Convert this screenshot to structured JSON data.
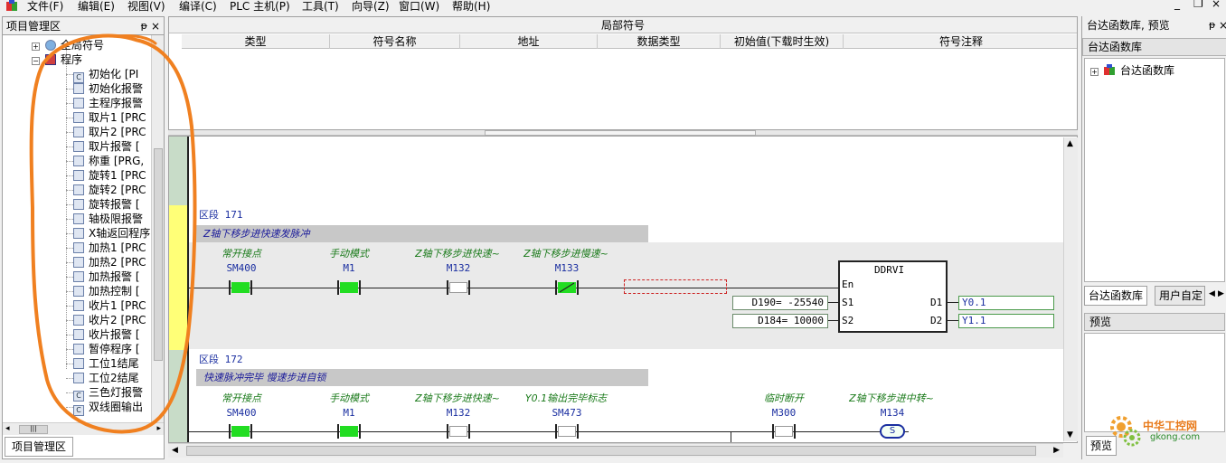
{
  "menubar": {
    "items": [
      "文件(F)",
      "编辑(E)",
      "视图(V)",
      "编译(C)",
      "PLC 主机(P)",
      "工具(T)",
      "向导(Z)",
      "窗口(W)",
      "帮助(H)"
    ],
    "window_controls": [
      "_",
      "❐",
      "×"
    ]
  },
  "project_panel": {
    "title": "项目管理区",
    "pin": "ᵽ",
    "close": "×",
    "bottom_tab": "项目管理区",
    "tree": {
      "global_symbols": "全局符号",
      "programs": "程序",
      "items": [
        "初始化 [PI",
        "初始化报警",
        "主程序报警",
        "取片1 [PRC",
        "取片2 [PRC",
        "取片报警 [",
        "称重 [PRG,",
        "旋转1 [PRC",
        "旋转2 [PRC",
        "旋转报警 [",
        "轴极限报警",
        "X轴返回程序",
        "加热1 [PRC",
        "加热2 [PRC",
        "加热报警 [",
        "加热控制 [",
        "收片1 [PRC",
        "收片2 [PRC",
        "收片报警 [",
        "暂停程序 [",
        "工位1结尾",
        "工位2结尾",
        "三色灯报警",
        "双线圈输出"
      ]
    }
  },
  "symbol_table": {
    "title": "局部符号",
    "columns": [
      "类型",
      "符号名称",
      "地址",
      "数据类型",
      "初始值(下载时生效)",
      "符号注释"
    ]
  },
  "ladder": {
    "sections": [
      {
        "label": "区段 171",
        "comment": "Z轴下移步进快速发脉冲",
        "contacts": [
          {
            "comment": "常开接点",
            "address": "SM400",
            "state": "on"
          },
          {
            "comment": "手动模式",
            "address": "M1",
            "state": "on"
          },
          {
            "comment": "Z轴下移步进快速~",
            "address": "M132",
            "state": "off"
          },
          {
            "comment": "Z轴下移步进慢速~",
            "address": "M133",
            "state": "nc"
          }
        ],
        "function_block": {
          "name": "DDRVI",
          "pins": {
            "en": "En",
            "s1": "S1",
            "s2": "S2",
            "d1": "D1",
            "d2": "D2"
          },
          "inputs": {
            "s1": "D190= -25540",
            "s2": "D184= 10000"
          },
          "outputs": {
            "d1": "Y0.1",
            "d2": "Y1.1"
          }
        }
      },
      {
        "label": "区段 172",
        "comment": "快速脉冲完毕 慢速步进自锁",
        "contacts": [
          {
            "comment": "常开接点",
            "address": "SM400",
            "state": "on"
          },
          {
            "comment": "手动模式",
            "address": "M1",
            "state": "on"
          },
          {
            "comment": "Z轴下移步进快速~",
            "address": "M132",
            "state": "off"
          },
          {
            "comment": "Y0.1输出完毕标志",
            "address": "SM473",
            "state": "off"
          },
          {
            "comment": "临时断开",
            "address": "M300",
            "state": "off"
          }
        ],
        "coil": {
          "comment": "Z轴下移步进中转~",
          "address": "M134",
          "symbol": "S"
        }
      }
    ]
  },
  "right_panel": {
    "title": "台达函数库, 预览",
    "pin": "ᵽ",
    "close": "×",
    "library_header": "台达函数库",
    "library_root": "台达函数库",
    "tabs": [
      "台达函数库",
      "用户自定"
    ],
    "preview_title": "预览",
    "preview_tab": "预览"
  },
  "watermark": {
    "text": "中华工控网",
    "url": "gkong.com"
  },
  "colors": {
    "accent_green": "#22dd22",
    "annotation_orange": "#f08020",
    "rung_comment": "#c8c8c8"
  }
}
